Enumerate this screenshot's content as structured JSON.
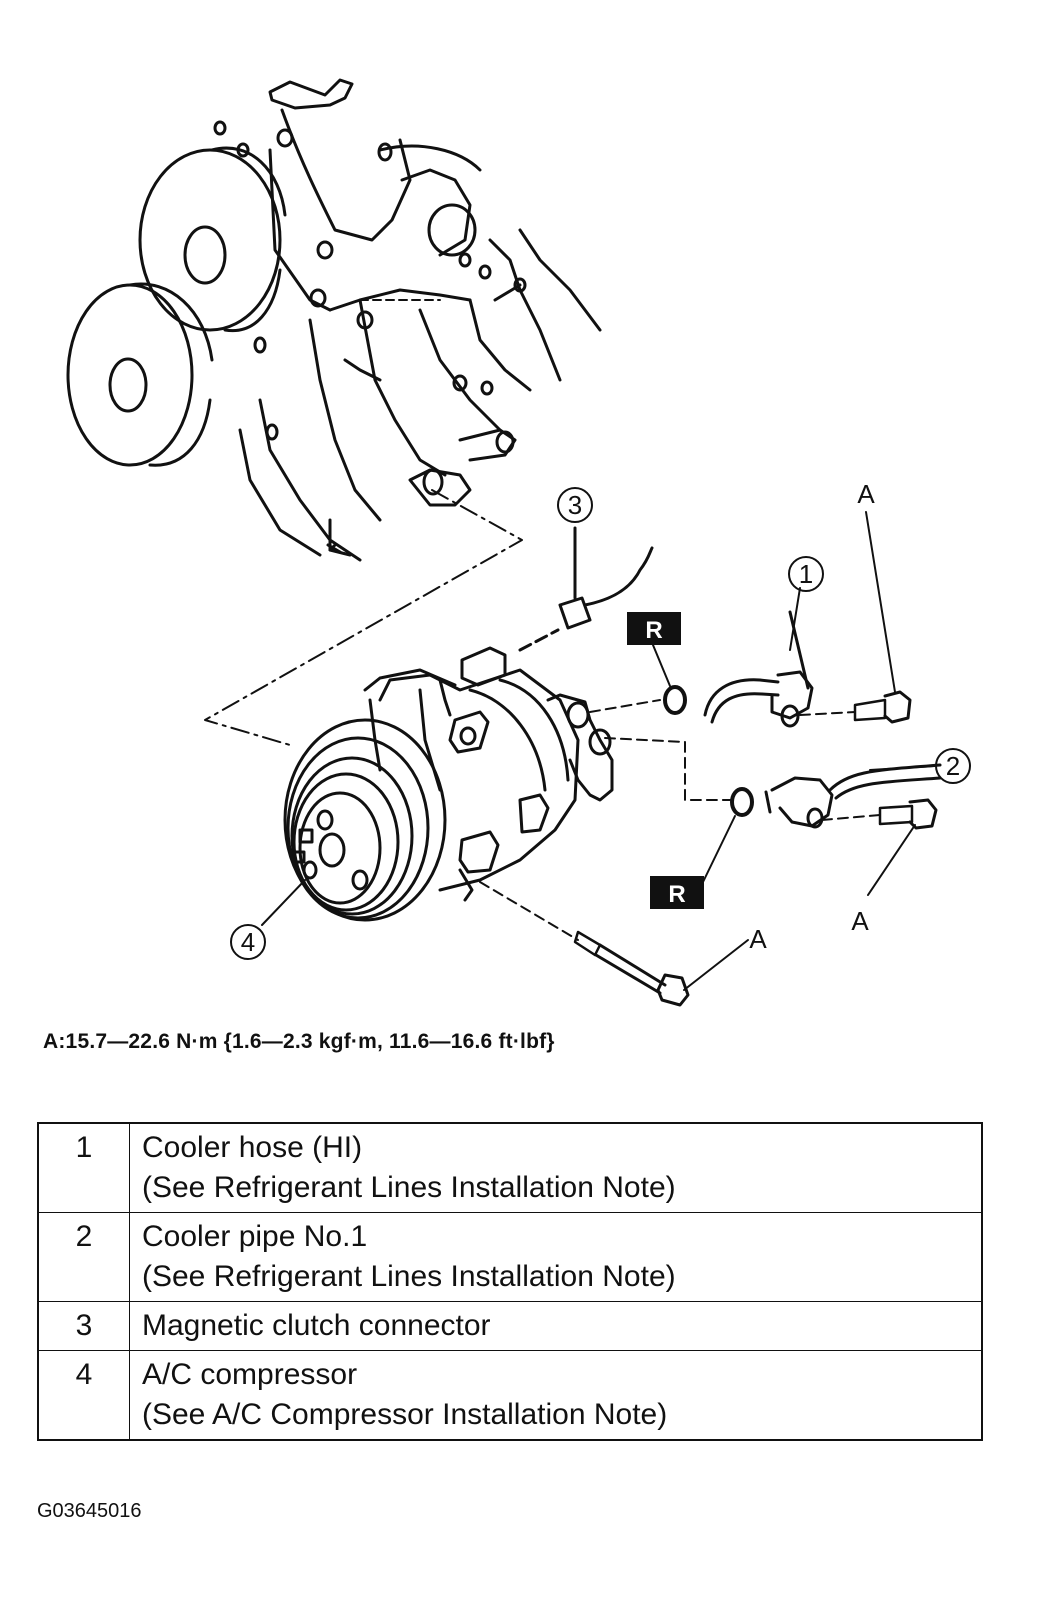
{
  "diagram": {
    "callouts": {
      "c1": "1",
      "c2": "2",
      "c3": "3",
      "c4": "4"
    },
    "torque_markers": {
      "a1": "A",
      "a2": "A",
      "a3": "A"
    },
    "replace_marks": {
      "r1": "R",
      "r2": "R"
    }
  },
  "torque_spec": "A:15.7—22.6 N·m {1.6—2.3 kgf·m, 11.6—16.6 ft·lbf}",
  "parts": [
    {
      "num": "1",
      "name": "Cooler hose (HI)",
      "note": "(See Refrigerant Lines Installation Note)"
    },
    {
      "num": "2",
      "name": "Cooler pipe No.1",
      "note": "(See Refrigerant Lines Installation Note)"
    },
    {
      "num": "3",
      "name": "Magnetic clutch connector",
      "note": ""
    },
    {
      "num": "4",
      "name": "A/C compressor",
      "note": "(See A/C Compressor Installation Note)"
    }
  ],
  "figure_id": "G03645016"
}
